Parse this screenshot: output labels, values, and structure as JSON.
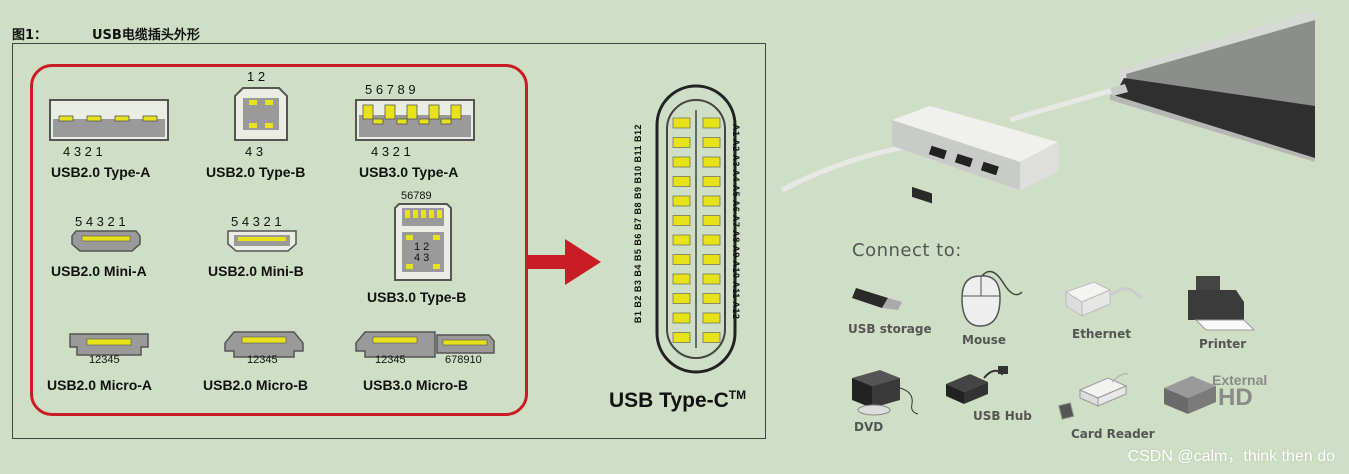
{
  "figure": {
    "number": "图1：",
    "title": "USB电缆插头外形"
  },
  "connectors": [
    {
      "name": "USB2.0 Type-A",
      "pins": "4   3   2   1"
    },
    {
      "name": "USB2.0 Type-B",
      "pins_top": "1   2",
      "pins_bottom": "4   3"
    },
    {
      "name": "USB3.0 Type-A",
      "pins_top": "5   6   7   8   9",
      "pins_bottom": "4   3   2   1"
    },
    {
      "name": "USB2.0 Mini-A",
      "pins": "5 4 3 2 1"
    },
    {
      "name": "USB2.0 Mini-B",
      "pins": "5 4 3 2 1"
    },
    {
      "name": "USB3.0 Type-B",
      "pins_top": "56789",
      "pins_inner_top": "1  2",
      "pins_inner_bottom": "4  3"
    },
    {
      "name": "USB2.0 Micro-A",
      "pins": "12345"
    },
    {
      "name": "USB2.0 Micro-B",
      "pins": "12345"
    },
    {
      "name": "USB3.0 Micro-B",
      "pins_left": "12345",
      "pins_right": "678910"
    }
  ],
  "typec": {
    "title": "USB Type-C",
    "trademark": "TM",
    "left_pins": "B1 B2 B3 B4 B5 B6 B7 B8 B9 B10 B11 B12",
    "right_pins": "A1 A2 A3 A4 A5 A6 A7 A8 A9 A10 A11 A12"
  },
  "connect": {
    "heading": "Connect to:",
    "devices": [
      {
        "label": "USB storage",
        "icon": "usb-stick-icon"
      },
      {
        "label": "Mouse",
        "icon": "mouse-icon"
      },
      {
        "label": "Ethernet",
        "icon": "ethernet-adapter-icon"
      },
      {
        "label": "Printer",
        "icon": "printer-icon"
      },
      {
        "label": "DVD",
        "icon": "dvd-drive-icon"
      },
      {
        "label": "USB Hub",
        "icon": "usb-hub-icon"
      },
      {
        "label": "Card Reader",
        "icon": "card-reader-icon"
      },
      {
        "label_line1": "External",
        "label_line2": "HD",
        "icon": "external-hd-icon"
      }
    ]
  },
  "watermark": "CSDN @calm，think then do",
  "colors": {
    "red": "#c91c24",
    "pin_yellow": "#e8e21a",
    "background": "#cfdfc5"
  }
}
